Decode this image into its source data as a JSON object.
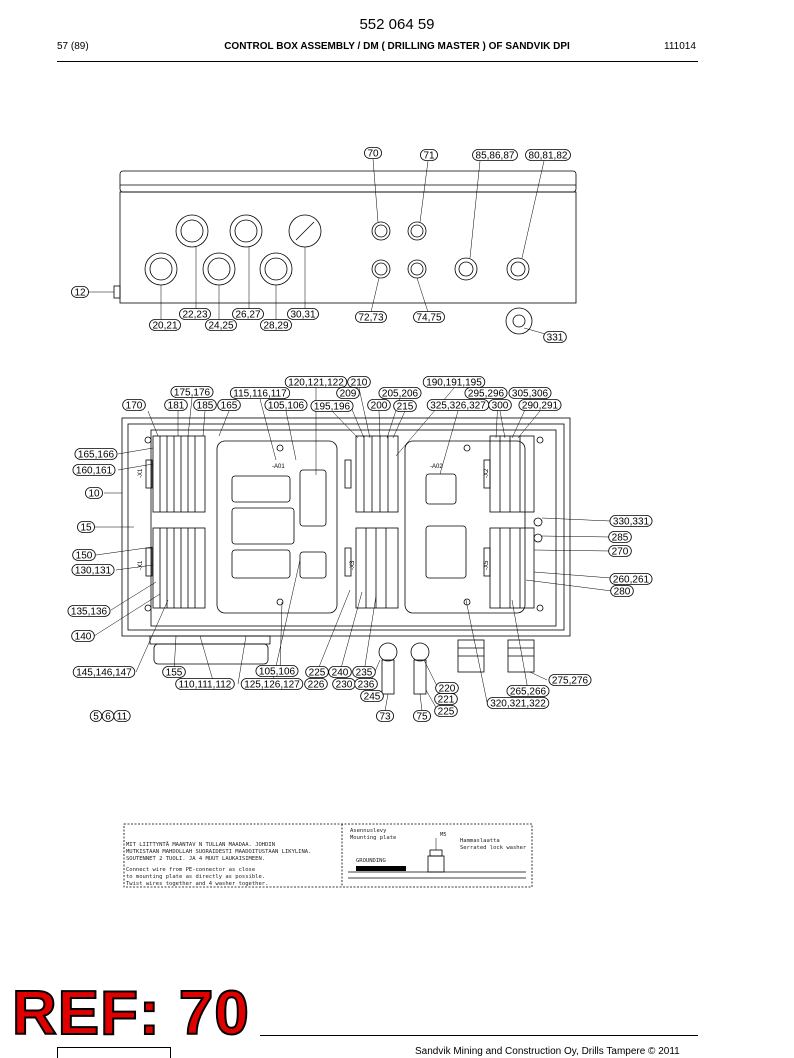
{
  "header": {
    "doc_number": "552 064 59",
    "page_ref": "57 (89)",
    "title": "CONTROL BOX ASSEMBLY / DM ( DRILLING MASTER ) OF SANDVIK DPI",
    "date": "111014"
  },
  "top_view": {
    "callouts": [
      "70",
      "71",
      "85,86,87",
      "80,81,82",
      "12",
      "22,23",
      "26,27",
      "30,31",
      "20,21",
      "24,25",
      "28,29",
      "72,73",
      "74,75",
      "331"
    ]
  },
  "internal_view": {
    "callouts": [
      "120,121,122",
      "210",
      "190,191,195",
      "175,176",
      "115,116,117",
      "209",
      "205,206",
      "295,296",
      "305,306",
      "170",
      "181",
      "185",
      "165",
      "105,106",
      "195,196",
      "200",
      "215",
      "325,326,327",
      "300",
      "290,291",
      "165,166",
      "160,161",
      "10",
      "15",
      "330,331",
      "285",
      "270",
      "150",
      "130,131",
      "260,261",
      "280",
      "135,136",
      "140",
      "145,146,147",
      "155",
      "105,106",
      "225",
      "240",
      "235",
      "275,276",
      "110,111,112",
      "125,126,127",
      "226",
      "230",
      "236",
      "220",
      "265,266",
      "245",
      "221",
      "320,321,322",
      "225",
      "5",
      "6",
      "11",
      "73",
      "75"
    ],
    "rail_labels": [
      "-X1",
      "-X1",
      "-X3",
      "-X2",
      "-X5",
      "-A01",
      "-A02"
    ]
  },
  "note": {
    "lines": [
      "MIT LIITTYNTÄ MAANTAV N TULLAN MAADAA. JOHDIN",
      "MUTKISTAAN MAHDOLLAH SUORAIDESTI MAADOITUSTAAN LIKYLINA.",
      "SOUTENNET 2 TUOLI. JA 4 MUUT LAUKAISIMEEN.",
      "Connect wire from PE-connector as close",
      "to mounting plate as directly as possible.",
      "Twist wires together and 4 washer together."
    ],
    "label_1": "Asennuslevy",
    "label_2": "Mounting plate",
    "label_3": "Hammaslaatta",
    "label_4": "Serrated lock washer",
    "label_5": "M5",
    "label_6": "GROUNDING"
  },
  "ref": {
    "label": "REF: 70"
  },
  "footer": {
    "text": "Sandvik Mining and Construction Oy, Drills Tampere © 2011"
  }
}
